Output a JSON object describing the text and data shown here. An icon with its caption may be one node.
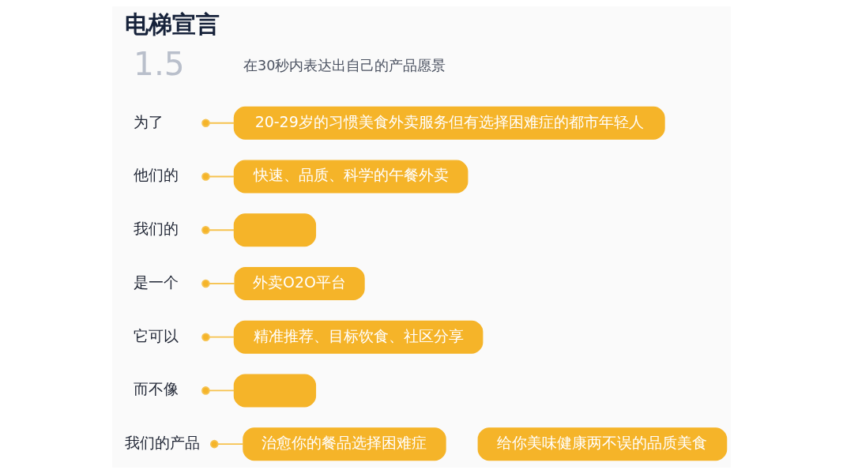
{
  "diagram": {
    "title": "电梯宣言",
    "nodes": [
      {
        "text": [
          "为了"
        ]
      },
      {
        "text": [
          "20-29岁的习惯美食外卖服务但有选择困难症的都市年轻人"
        ]
      },
      {
        "text": [
          "他们的"
        ]
      },
      {
        "text": [
          "快速、品质、科学的午餐外卖"
        ]
      },
      {
        "text": [
          "我们的"
        ]
      },
      {
        "text": [],
        "shape": "box"
      },
      {
        "text": [
          "是一个"
        ]
      },
      {
        "text": [
          "外卖O2O平台"
        ]
      },
      {
        "text": [
          "它可以"
        ]
      },
      {
        "text": [
          "精准推荐、目标饮食、社区分享"
        ]
      },
      {
        "text": [
          "而不像"
        ]
      },
      {
        "text": [],
        "shape": "box"
      },
      {
        "text": [
          "我们的产品"
        ]
      },
      {
        "text": [
          "治愈你的餐品选择困难症"
        ]
      },
      {
        "text": [
          "给你美味健康两不误的品质美食"
        ]
      }
    ],
    "edges": [
      {
        "from": 0,
        "to": 1,
        "arrow": "other"
      },
      {
        "from": 2,
        "to": 3,
        "arrow": "other"
      },
      {
        "from": 4,
        "to": 5,
        "arrow": "other"
      },
      {
        "from": 6,
        "to": 7,
        "arrow": "other"
      },
      {
        "from": 8,
        "to": 9,
        "arrow": "other"
      },
      {
        "from": 10,
        "to": 11,
        "arrow": "other"
      },
      {
        "from": 12,
        "to": 13,
        "arrow": "other"
      }
    ],
    "labels": [
      "1.5",
      "在30秒内表达出自己的产品愿景"
    ]
  }
}
